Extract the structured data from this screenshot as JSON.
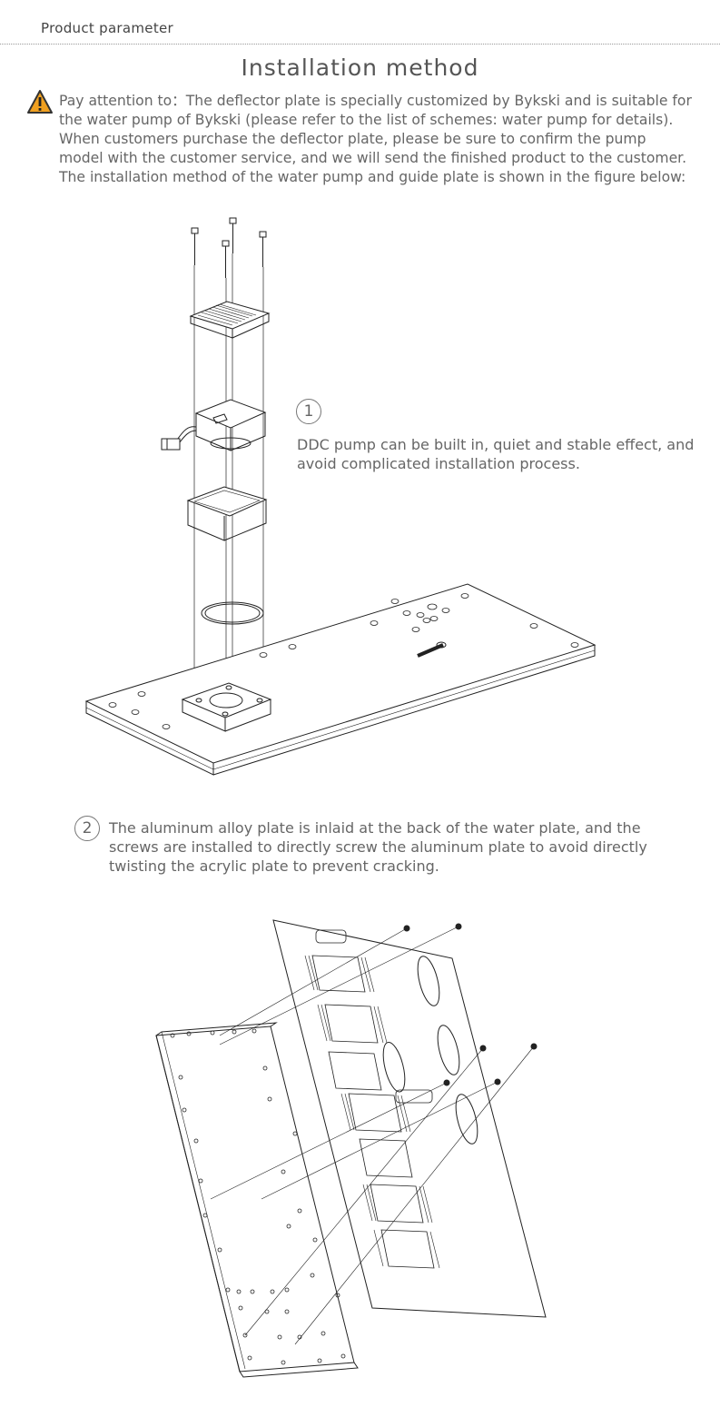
{
  "header": {
    "label": "Product parameter"
  },
  "title": "Installation method",
  "notice": {
    "icon": "warning-icon",
    "text": "Pay attention to：The deflector plate is specially customized by Bykski and is suitable for the water pump of Bykski (please refer to the list of schemes: water pump for details). When customers purchase the deflector plate, please be sure to confirm the pump model with the customer service, and we will send the finished product to the customer. The installation method of the water pump and guide plate is shown in the figure below:"
  },
  "step1": {
    "number": "1",
    "text": "DDC pump can be built in, quiet and stable effect, and avoid complicated installation process."
  },
  "step2": {
    "number": "2",
    "text": "The aluminum alloy plate is inlaid at the back of the water plate, and the screws are installed to directly screw the aluminum plate to avoid directly twisting the acrylic plate to prevent cracking."
  },
  "colors": {
    "warning": "#f0a020",
    "line": "#222222",
    "text": "#666666"
  }
}
